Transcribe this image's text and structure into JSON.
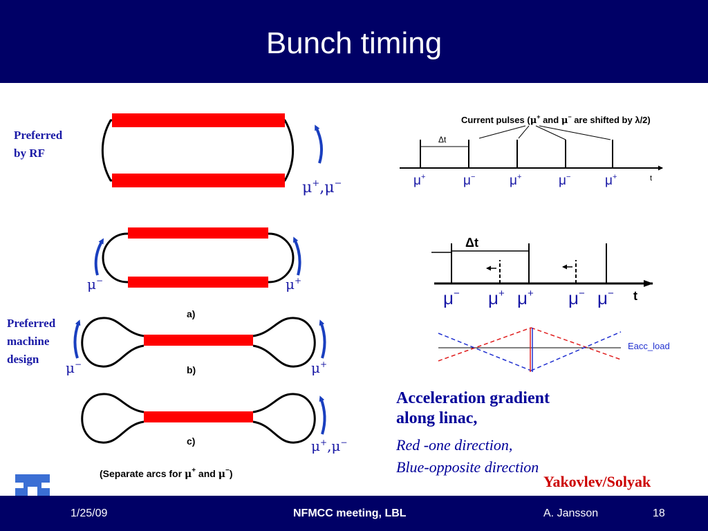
{
  "slide": {
    "title": "Bunch timing"
  },
  "labels": {
    "preferred_rf": [
      "Preferred",
      "by RF"
    ],
    "preferred_machine": [
      "Preferred",
      "machine",
      "design"
    ],
    "config_a": "a)",
    "config_b": "b)",
    "config_c": "c)",
    "separate_arcs_prefix": "(Separate arcs for ",
    "separate_arcs_and": " and ",
    "separate_arcs_suffix": ")",
    "mu": "μ",
    "plus": "+",
    "minus": "−",
    "comma": ","
  },
  "pulse_diagram": {
    "title_prefix": "Current pulses (",
    "title_and": " and ",
    "title_suffix": " are shifted by λ/2)",
    "delta_t": "Δt",
    "axis": "t",
    "sequence_top": [
      "+",
      "−",
      "+",
      "−",
      "+"
    ],
    "sequence_bottom": [
      "−",
      "+",
      "+",
      "−",
      "−"
    ]
  },
  "gradient_plot": {
    "legend": "Eacc_load",
    "colors": {
      "red": "#e02020",
      "blue": "#2030d0"
    }
  },
  "caption": {
    "line1": "Acceleration gradient",
    "line2": "along linac,",
    "line3": "Red -one direction,",
    "line4": "Blue-opposite direction"
  },
  "credit": "Yakovlev/Solyak",
  "footer": {
    "date": "1/25/09",
    "meeting": "NFMCC meeting, LBL",
    "author": "A. Jansson",
    "page": "18"
  },
  "colors": {
    "title_bg": "#000066",
    "linac_red": "#ff0000",
    "arrow_blue": "#1a3fbf",
    "label_blue": "#1a1aa6"
  }
}
